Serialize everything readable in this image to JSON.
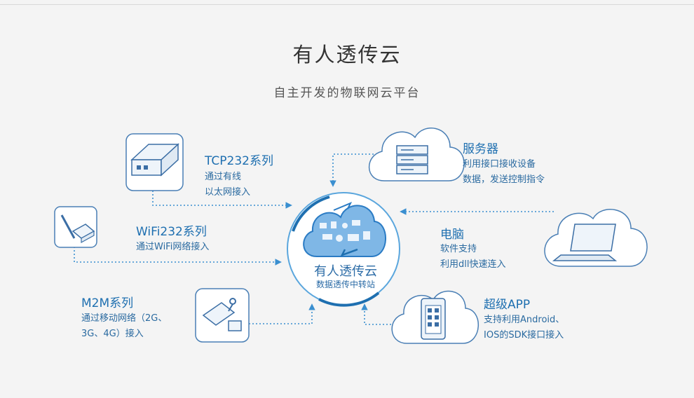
{
  "header": {
    "title": "有人透传云",
    "subtitle": "自主开发的物联网云平台"
  },
  "center": {
    "title": "有人透传云",
    "subtitle": "数据透传中转站"
  },
  "nodes": {
    "tcp232": {
      "label": "TCP232系列",
      "lines": [
        "通过有线",
        "以太网接入"
      ]
    },
    "wifi232": {
      "label": "WiFi232系列",
      "lines": [
        "通过WiFi网络接入"
      ]
    },
    "m2m": {
      "label": "M2M系列",
      "lines": [
        "通过移动网络（2G、",
        "3G、4G）接入"
      ]
    },
    "server": {
      "label": "服务器",
      "lines": [
        "利用接口接收设备",
        "数据，发送控制指令"
      ]
    },
    "pc": {
      "label": "电脑",
      "lines": [
        "软件支持",
        "利用dll快速连入"
      ]
    },
    "app": {
      "label": "超级APP",
      "lines": [
        "支持利用Android、",
        "IOS的SDK接口接入"
      ]
    }
  },
  "colors": {
    "accent": "#1e6fb0",
    "line": "#3a8fd0",
    "icon_stroke": "#3b6ea5",
    "background": "#f4f4f4"
  },
  "icons": [
    "router-icon",
    "wifi-module-icon",
    "m2m-module-icon",
    "server-icon",
    "laptop-icon",
    "phone-icon",
    "cloud-icon"
  ]
}
